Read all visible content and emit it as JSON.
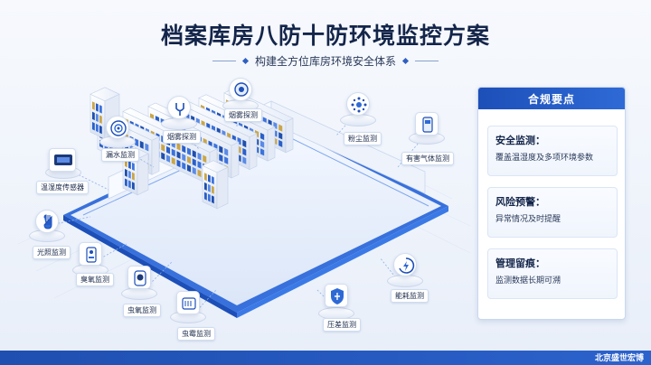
{
  "header": {
    "title": "档案库房八防十防环境监控方案",
    "subtitle": "构建全方位库房环境安全体系"
  },
  "sensors": [
    {
      "label": "烟雾探测",
      "icon": "camera-icon"
    },
    {
      "label": "烟雾探测",
      "icon": "probe-icon"
    },
    {
      "label": "漏水监测",
      "icon": "target-icon"
    },
    {
      "label": "粉尘监测",
      "icon": "dust-icon"
    },
    {
      "label": "有害气体监测",
      "icon": "gas-detector-icon"
    },
    {
      "label": "温湿度传感器",
      "icon": "thermo-screen-icon"
    },
    {
      "label": "光照监测",
      "icon": "light-icon"
    },
    {
      "label": "臭氧监测",
      "icon": "ozone-icon"
    },
    {
      "label": "虫氧监测",
      "icon": "insect-sensor-icon"
    },
    {
      "label": "虫霉监测",
      "icon": "mold-icon"
    },
    {
      "label": "压差监测",
      "icon": "shield-icon"
    },
    {
      "label": "能耗监测",
      "icon": "energy-icon"
    }
  ],
  "panel": {
    "title": "合规要点",
    "items": [
      {
        "title": "安全监测：",
        "text": "覆盖温湿度及多项环境参数"
      },
      {
        "title": "风险预警：",
        "text": "异常情况及时提醒"
      },
      {
        "title": "管理留痕：",
        "text": "监测数据长期可溯"
      }
    ]
  },
  "footer": {
    "brand": "北京盛世宏博"
  },
  "colors": {
    "accent": "#2e6ad6",
    "dark": "#14254a",
    "footer": "#1f4fb0"
  }
}
